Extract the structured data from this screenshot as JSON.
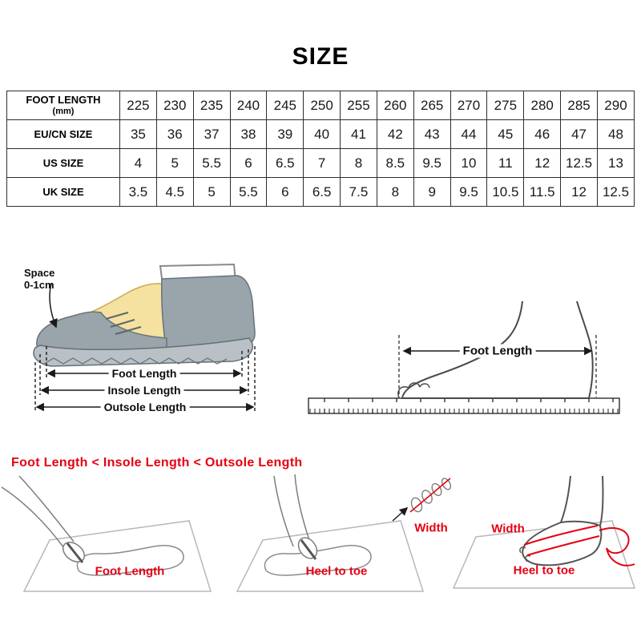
{
  "title": "SIZE",
  "colors": {
    "accent_red": "#e60012",
    "ink": "#111111"
  },
  "size_table": {
    "rows": [
      {
        "label": "FOOT LENGTH",
        "sub_label": "(mm)",
        "values": [
          "225",
          "230",
          "235",
          "240",
          "245",
          "250",
          "255",
          "260",
          "265",
          "270",
          "275",
          "280",
          "285",
          "290"
        ]
      },
      {
        "label": "EU/CN SIZE",
        "values": [
          "35",
          "36",
          "37",
          "38",
          "39",
          "40",
          "41",
          "42",
          "43",
          "44",
          "45",
          "46",
          "47",
          "48"
        ]
      },
      {
        "label": "US SIZE",
        "values": [
          "4",
          "5",
          "5.5",
          "6",
          "6.5",
          "7",
          "8",
          "8.5",
          "9.5",
          "10",
          "11",
          "12",
          "12.5",
          "13"
        ]
      },
      {
        "label": "UK SIZE",
        "values": [
          "3.5",
          "4.5",
          "5",
          "5.5",
          "6",
          "6.5",
          "7.5",
          "8",
          "9",
          "9.5",
          "10.5",
          "11.5",
          "12",
          "12.5"
        ]
      }
    ]
  },
  "fit_diagram": {
    "space_line1": "Space",
    "space_line2": "0-1cm",
    "foot_length_label": "Foot Length",
    "insole_length_label": "Insole Length",
    "outsole_length_label": "Outsole Length"
  },
  "measure_diagram": {
    "foot_length_label": "Foot Length"
  },
  "size_rule": "Foot Length < Insole Length < Outsole Length",
  "steps": {
    "step1_label": "Foot Length",
    "step2_label": "Heel to toe",
    "step2_width_label": "Width",
    "step3_width_label": "Width",
    "step3_heel_label": "Heel to toe"
  }
}
